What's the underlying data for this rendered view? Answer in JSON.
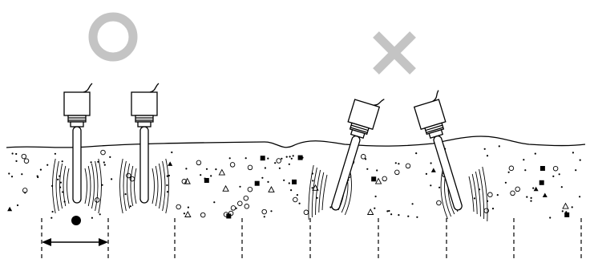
{
  "diagram": {
    "correct_mark": {
      "symbol": "circle",
      "meaning": "correct",
      "color": "#c4c4c4"
    },
    "wrong_mark": {
      "symbol": "cross",
      "meaning": "incorrect",
      "color": "#c4c4c4"
    },
    "probes": [
      {
        "orientation": "vertical",
        "group": "correct"
      },
      {
        "orientation": "vertical",
        "group": "correct"
      },
      {
        "orientation": "tilted",
        "group": "incorrect"
      },
      {
        "orientation": "tilted",
        "group": "incorrect"
      }
    ],
    "ink_color": "#000000",
    "mark_color": "#c4c4c4"
  }
}
